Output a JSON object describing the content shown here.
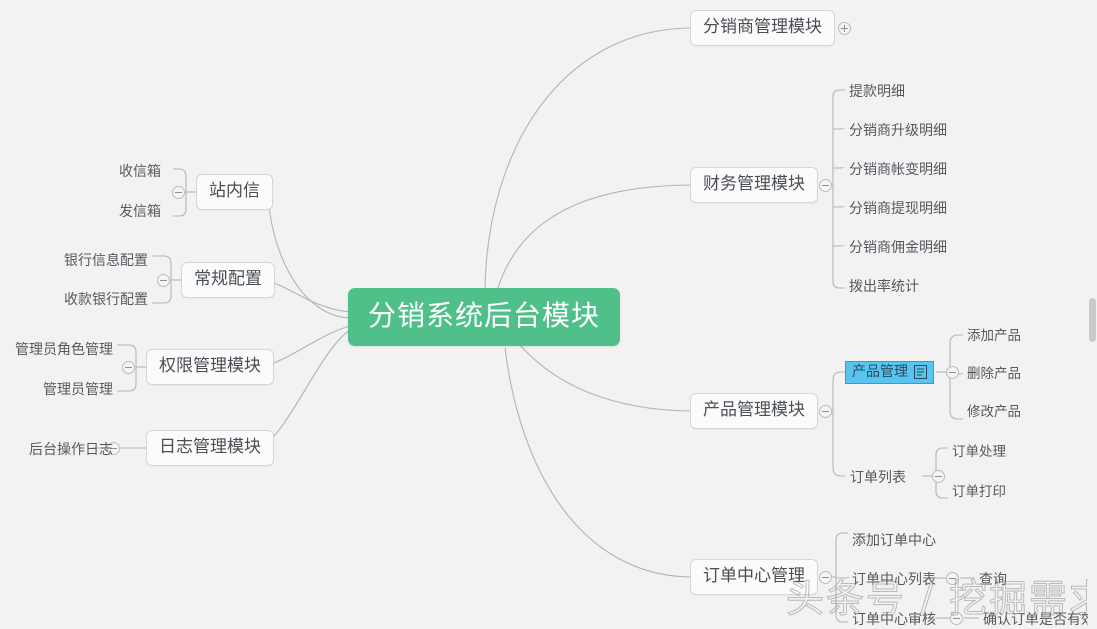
{
  "app": {
    "background_color": "#f2f2f2",
    "root_color": "#4FC08A",
    "selected_color": "#57c5ef",
    "node_border_color": "#d6d6d6",
    "edge_color": "#b4b4b4"
  },
  "root": {
    "label": "分销系统后台模块"
  },
  "right_branches": [
    {
      "label": "分销商管理模块",
      "toggle": "plus-icon",
      "toggle_state": "collapsed",
      "children": []
    },
    {
      "label": "财务管理模块",
      "toggle": "minus-icon",
      "toggle_state": "expanded",
      "children": [
        {
          "label": "提款明细"
        },
        {
          "label": "分销商升级明细"
        },
        {
          "label": "分销商帐变明细"
        },
        {
          "label": "分销商提现明细"
        },
        {
          "label": "分销商佣金明细"
        },
        {
          "label": "拨出率统计"
        }
      ]
    },
    {
      "label": "产品管理模块",
      "toggle": "minus-icon",
      "toggle_state": "expanded",
      "children": [
        {
          "label": "产品管理",
          "selected": true,
          "icon": "note-icon",
          "toggle": "minus-icon",
          "children": [
            {
              "label": "添加产品"
            },
            {
              "label": "删除产品"
            },
            {
              "label": "修改产品"
            }
          ]
        },
        {
          "label": "订单列表",
          "toggle": "minus-icon",
          "children": [
            {
              "label": "订单处理"
            },
            {
              "label": "订单打印"
            }
          ]
        }
      ]
    },
    {
      "label": "订单中心管理",
      "toggle": "minus-icon",
      "toggle_state": "expanded",
      "children": [
        {
          "label": "添加订单中心"
        },
        {
          "label": "订单中心列表",
          "toggle": "minus-icon",
          "children": [
            {
              "label": "查询"
            }
          ]
        },
        {
          "label": "订单中心审核",
          "toggle": "minus-icon",
          "children": [
            {
              "label": "确认订单是否有效"
            }
          ]
        }
      ]
    }
  ],
  "left_branches": [
    {
      "label": "站内信",
      "toggle": "minus-icon",
      "children": [
        {
          "label": "收信箱"
        },
        {
          "label": "发信箱"
        }
      ]
    },
    {
      "label": "常规配置",
      "toggle": "minus-icon",
      "children": [
        {
          "label": "银行信息配置"
        },
        {
          "label": "收款银行配置"
        }
      ]
    },
    {
      "label": "权限管理模块",
      "toggle": "minus-icon",
      "children": [
        {
          "label": "管理员角色管理"
        },
        {
          "label": "管理员管理"
        }
      ]
    },
    {
      "label": "日志管理模块",
      "toggle": "minus-icon",
      "children": [
        {
          "label": "后台操作日志"
        }
      ]
    }
  ],
  "watermark": {
    "text": "头条号 / 挖掘需求成就产品"
  }
}
